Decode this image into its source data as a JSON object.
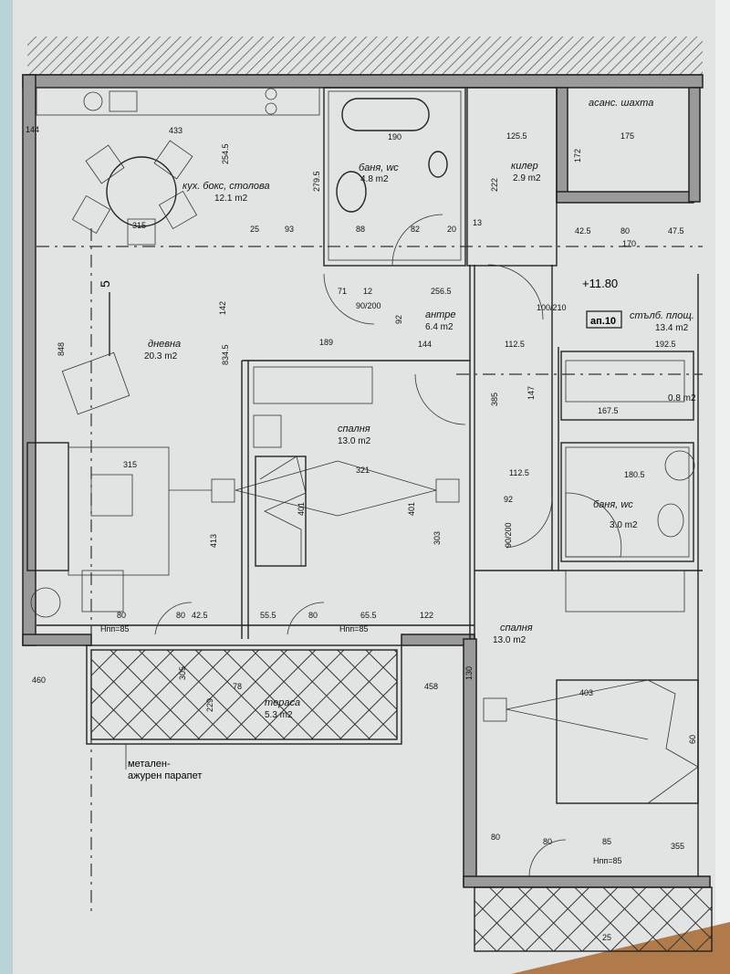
{
  "rooms": {
    "kitchen": {
      "name": "кух. бокс, столова",
      "area": "12.1 m2"
    },
    "living": {
      "name": "дневна",
      "area": "20.3 m2"
    },
    "bath1": {
      "name": "баня, wc",
      "area": "4.8 m2"
    },
    "storage": {
      "name": "килер",
      "area": "2.9 m2"
    },
    "shaft": {
      "name": "асанс. шахта"
    },
    "hall": {
      "name": "антре",
      "area": "6.4 m2"
    },
    "stairs": {
      "name": "стълб. площ.",
      "area": "13.4 m2"
    },
    "bedroom1": {
      "name": "спалня",
      "area": "13.0 m2"
    },
    "closet": {
      "area": "0.8 m2"
    },
    "bath2": {
      "name": "баня, wc",
      "area": "3.0 m2"
    },
    "bedroom2": {
      "name": "спалня",
      "area": "13.0 m2"
    },
    "terrace": {
      "name": "тераса",
      "area": "5.3 m2"
    }
  },
  "labels": {
    "apartment": "ап.10",
    "level": "+11.80",
    "section": "5",
    "railing_line1": "метален-",
    "railing_line2": "ажурен парапет",
    "sill1": "Нпп=85",
    "sill2": "Нпп=85",
    "sill3": "Нпп=85"
  },
  "dims": [
    "433",
    "315",
    "254.5",
    "279.5",
    "25",
    "93",
    "190",
    "88",
    "82",
    "20",
    "13",
    "125.5",
    "222",
    "175",
    "172",
    "170",
    "42.5",
    "80",
    "47.5",
    "71",
    "12",
    "90/200",
    "256.5",
    "144",
    "189",
    "142",
    "92",
    "100/210",
    "112.5",
    "192.5",
    "848",
    "834.5",
    "385",
    "147",
    "167.5",
    "315",
    "321",
    "401",
    "401",
    "303",
    "413",
    "180.5",
    "92",
    "90/200",
    "112.5",
    "80",
    "42.5",
    "55.5",
    "80",
    "80",
    "65.5",
    "122",
    "460",
    "78",
    "458",
    "130",
    "229",
    "305",
    "403",
    "60",
    "80",
    "80",
    "85",
    "355",
    "25",
    "144"
  ]
}
